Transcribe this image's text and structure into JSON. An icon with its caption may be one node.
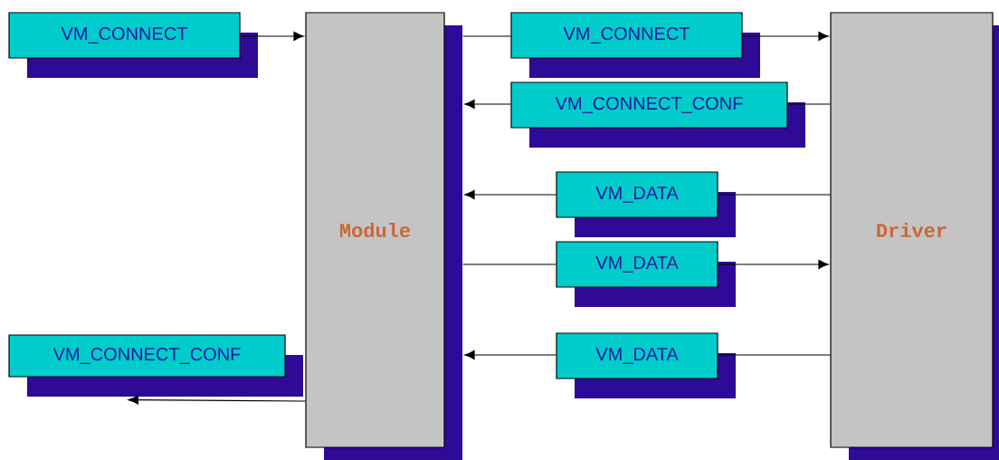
{
  "diagram": {
    "nodes": [
      {
        "text": [
          "VM_CONNECT"
        ]
      },
      {
        "text": [
          "Module"
        ]
      },
      {
        "text": [
          "VM_CONNECT"
        ]
      },
      {
        "text": [
          "VM_CONNECT_CONF"
        ]
      },
      {
        "text": [
          "VM_DATA"
        ]
      },
      {
        "text": [
          "VM_DATA"
        ]
      },
      {
        "text": [
          "VM_DATA"
        ]
      },
      {
        "text": [
          "Driver"
        ]
      },
      {
        "text": [
          "VM_CONNECT_CONF"
        ]
      }
    ],
    "edges": [
      {
        "from": 0,
        "to": 1,
        "arrow": "to"
      },
      {
        "from": 1,
        "to": 2,
        "arrow": "none"
      },
      {
        "from": 2,
        "to": 7,
        "arrow": "to"
      },
      {
        "from": 7,
        "to": 3,
        "arrow": "none"
      },
      {
        "from": 3,
        "to": 1,
        "arrow": "to"
      },
      {
        "from": 7,
        "to": 4,
        "arrow": "none"
      },
      {
        "from": 4,
        "to": 1,
        "arrow": "to"
      },
      {
        "from": 1,
        "to": 5,
        "arrow": "none"
      },
      {
        "from": 5,
        "to": 7,
        "arrow": "to"
      },
      {
        "from": 7,
        "to": 6,
        "arrow": "none"
      },
      {
        "from": 6,
        "to": 1,
        "arrow": "to"
      },
      {
        "from": 1,
        "to": 8,
        "arrow": "to"
      }
    ]
  }
}
